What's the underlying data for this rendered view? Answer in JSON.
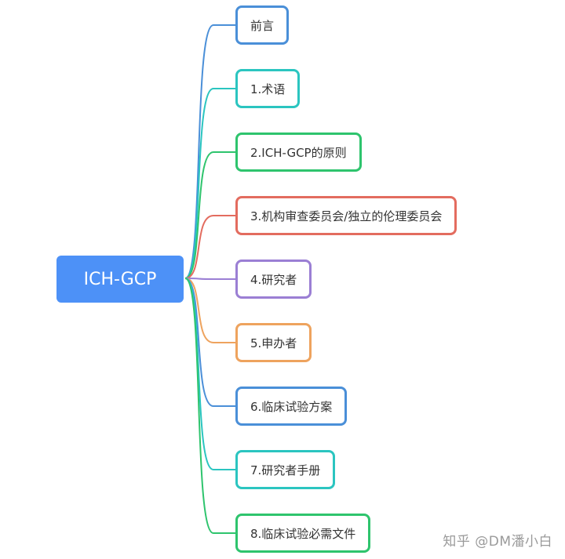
{
  "mindmap": {
    "root": {
      "label": "ICH-GCP",
      "color": "#4d91f7"
    },
    "branches": [
      {
        "label": "前言",
        "color": "#4a8fd8"
      },
      {
        "label": "1.术语",
        "color": "#2bc5c0"
      },
      {
        "label": "2.ICH-GCP的原则",
        "color": "#2ec46d"
      },
      {
        "label": "3.机构审查委员会/独立的伦理委员会",
        "color": "#e36c5f"
      },
      {
        "label": "4.研究者",
        "color": "#9b7fd4"
      },
      {
        "label": "5.申办者",
        "color": "#eea35e"
      },
      {
        "label": "6.临床试验方案",
        "color": "#4a8fd8"
      },
      {
        "label": "7.研究者手册",
        "color": "#2bc5c0"
      },
      {
        "label": "8.临床试验必需文件",
        "color": "#2ec46d"
      }
    ]
  },
  "watermark": {
    "text": "知乎 @DM潘小白"
  }
}
